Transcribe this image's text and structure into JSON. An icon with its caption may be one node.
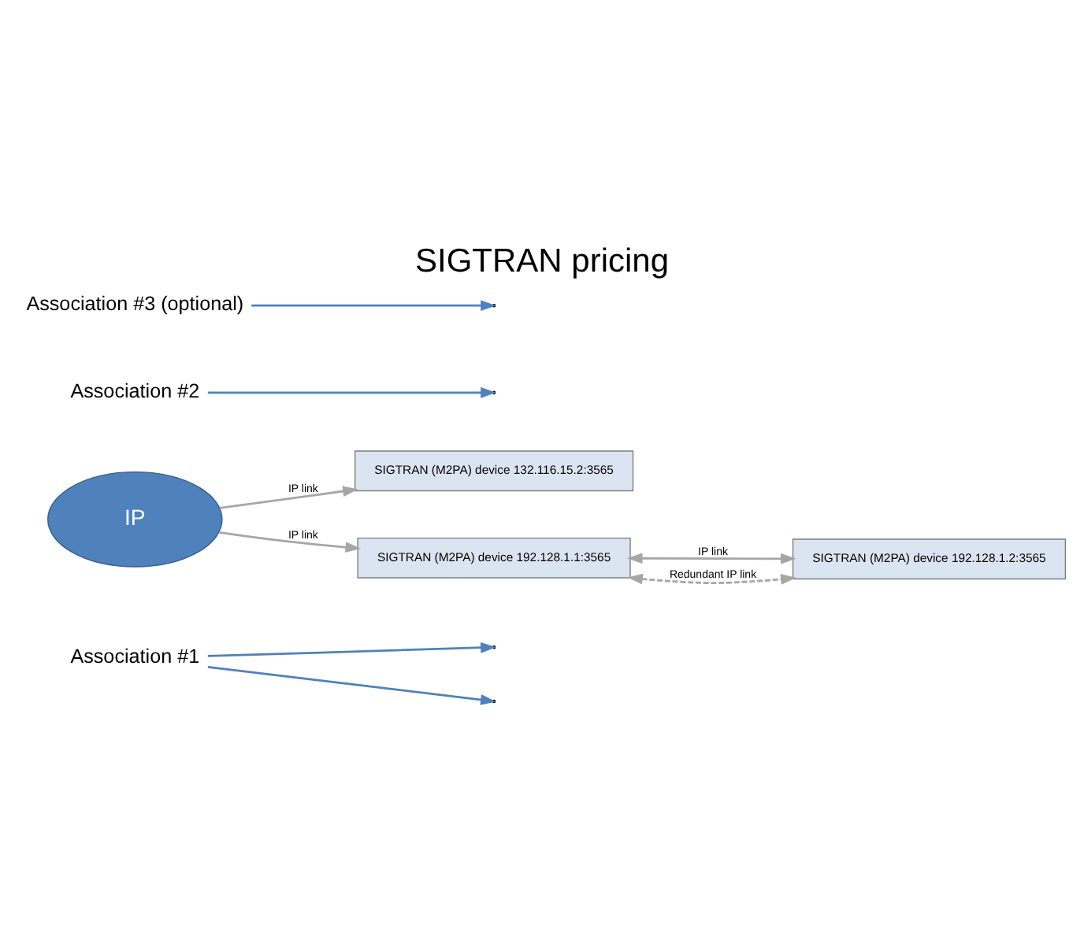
{
  "diagram": {
    "title": "SIGTRAN pricing",
    "nodes": [
      {
        "text": [
          "Association #1"
        ]
      },
      {
        "text": [
          "SIGTRAN (M2PA) device 132.116.15.2:3565"
        ]
      },
      {
        "text": [
          "IP"
        ]
      },
      {
        "text": [
          "SIGTRAN (M2PA) device 192.128.1.1:3565"
        ]
      },
      {
        "text": [
          "Association #2"
        ]
      },
      {
        "text": [
          "SIGTRAN (M2PA) device 192.128.1.2:3565"
        ]
      },
      {
        "text": [
          "Association #3 (optional)"
        ]
      }
    ],
    "edges": [
      {
        "from": 2,
        "to": 1,
        "arrow": "to",
        "label": "IP link",
        "color": "#a6a6a6"
      },
      {
        "from": 2,
        "to": 3,
        "arrow": "to",
        "label": "IP link",
        "color": "#a6a6a6"
      },
      {
        "from": 3,
        "to": 5,
        "arrow": "both",
        "label": "IP link",
        "color": "#a6a6a6"
      },
      {
        "from": 3,
        "to": 5,
        "arrow": "both",
        "label": "Redundant IP link",
        "style": "dashed",
        "color": "#a6a6a6"
      },
      {
        "from": 0,
        "to": null,
        "arrow": "to",
        "color": "#4f81bd"
      },
      {
        "from": 0,
        "to": null,
        "arrow": "to",
        "color": "#4f81bd"
      },
      {
        "from": 4,
        "to": null,
        "arrow": "to",
        "color": "#4f81bd"
      },
      {
        "from": 6,
        "to": null,
        "arrow": "to",
        "color": "#4f81bd"
      }
    ]
  }
}
